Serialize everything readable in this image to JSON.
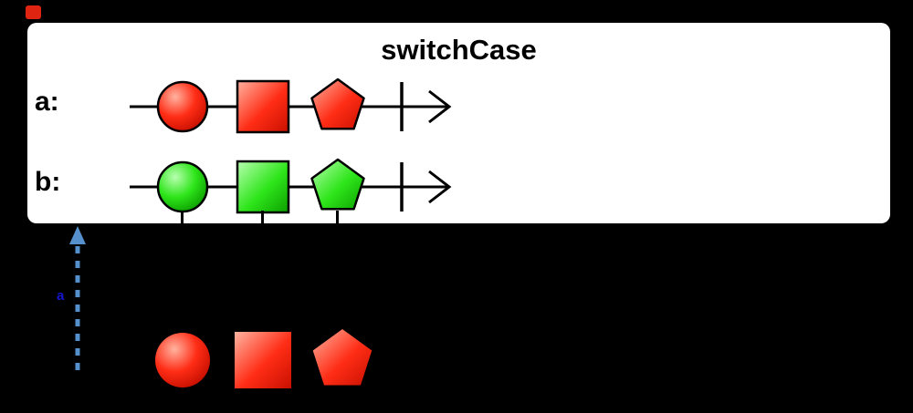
{
  "diagram": {
    "title": "switchCase",
    "rows": [
      {
        "label": "a:",
        "color_name": "red",
        "shapes": [
          "circle",
          "square",
          "pentagon"
        ]
      },
      {
        "label": "b:",
        "color_name": "green",
        "shapes": [
          "circle",
          "square",
          "pentagon"
        ]
      }
    ],
    "input_stream": {
      "arrow_label": "a",
      "color_name": "red",
      "shapes": [
        "circle",
        "square",
        "pentagon"
      ]
    }
  },
  "colors": {
    "background": "#000000",
    "panel": "#ffffff",
    "outline": "#000000",
    "red": "#ff2d16",
    "red_light": "#ffb3a0",
    "red_dark": "#c81000",
    "green": "#2ee51a",
    "green_light": "#b8ffb0",
    "green_dark": "#0ca000",
    "arrow_blue": "#5590cc",
    "arrow_label_blue": "#1515cc"
  }
}
